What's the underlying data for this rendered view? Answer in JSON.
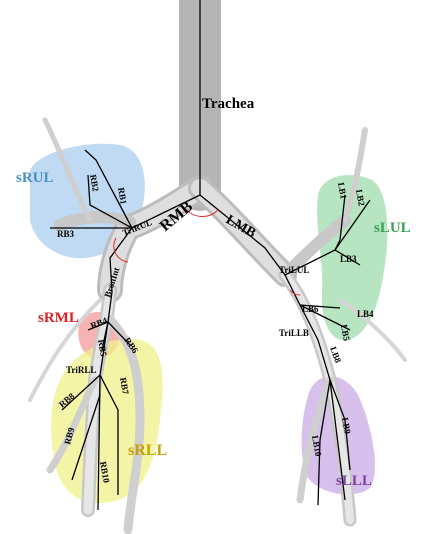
{
  "labels": {
    "trachea": "Trachea",
    "rmb": "RMB",
    "lmb": "LMB",
    "bronint": "BronInt",
    "triRUL": "TriRUL",
    "triLUL": "TriLUL",
    "triLLB": "TriLLB",
    "triRLL": "TriRLL",
    "rb1": "RB1",
    "rb2": "RB2",
    "rb3": "RB3",
    "rb4": "RB4",
    "rb5": "RB5",
    "rb6": "RB6",
    "rb7": "RB7",
    "rb8": "RB8",
    "rb9": "RB9",
    "rb10": "RB10",
    "lb1": "LB1",
    "lb2": "LB2",
    "lb3": "LB3",
    "lb4": "LB4",
    "lb5": "LB5",
    "lb6": "LB6",
    "lb8": "LB8",
    "lb9": "LB9",
    "lb10": "LB10"
  },
  "regions": {
    "sRUL": {
      "label": "sRUL",
      "color": "#4a90c8"
    },
    "sRML": {
      "label": "sRML",
      "color": "#e02020"
    },
    "sRLL": {
      "label": "sRLL",
      "color": "#c8a000"
    },
    "sLUL": {
      "label": "sLUL",
      "color": "#3aa050"
    },
    "sLLL": {
      "label": "sLLL",
      "color": "#8040a8"
    }
  },
  "colors": {
    "airway": "#c9c9c9",
    "centerline": "#000000",
    "angle_arc": "#e03030"
  }
}
